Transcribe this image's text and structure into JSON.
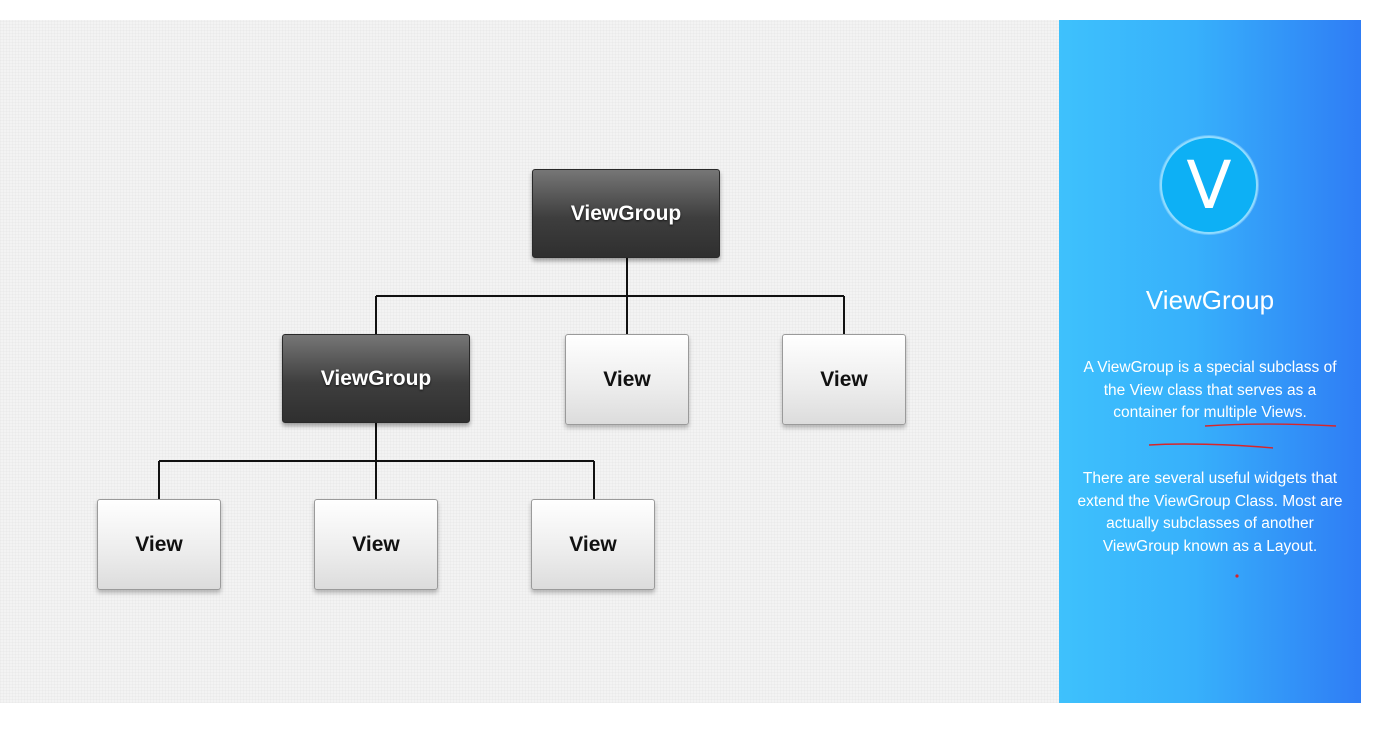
{
  "diagram": {
    "root": {
      "label": "ViewGroup"
    },
    "level1": [
      {
        "label": "ViewGroup"
      },
      {
        "label": "View"
      },
      {
        "label": "View"
      }
    ],
    "level2": [
      {
        "label": "View"
      },
      {
        "label": "View"
      },
      {
        "label": "View"
      }
    ]
  },
  "panel": {
    "logo_letter": "V",
    "title": "ViewGroup",
    "paragraph1": "A ViewGroup is a special subclass of the View class that serves as a container for multiple Views.",
    "paragraph2": "There are several useful widgets that extend the ViewGroup Class.  Most are actually subclasses of another ViewGroup known as a Layout.",
    "accent_colors": {
      "panel_light": "#3ec1fc",
      "panel_dark": "#2f7df5",
      "logo_fill": "#0db0f5",
      "annotation_ink": "#d8252a"
    }
  }
}
